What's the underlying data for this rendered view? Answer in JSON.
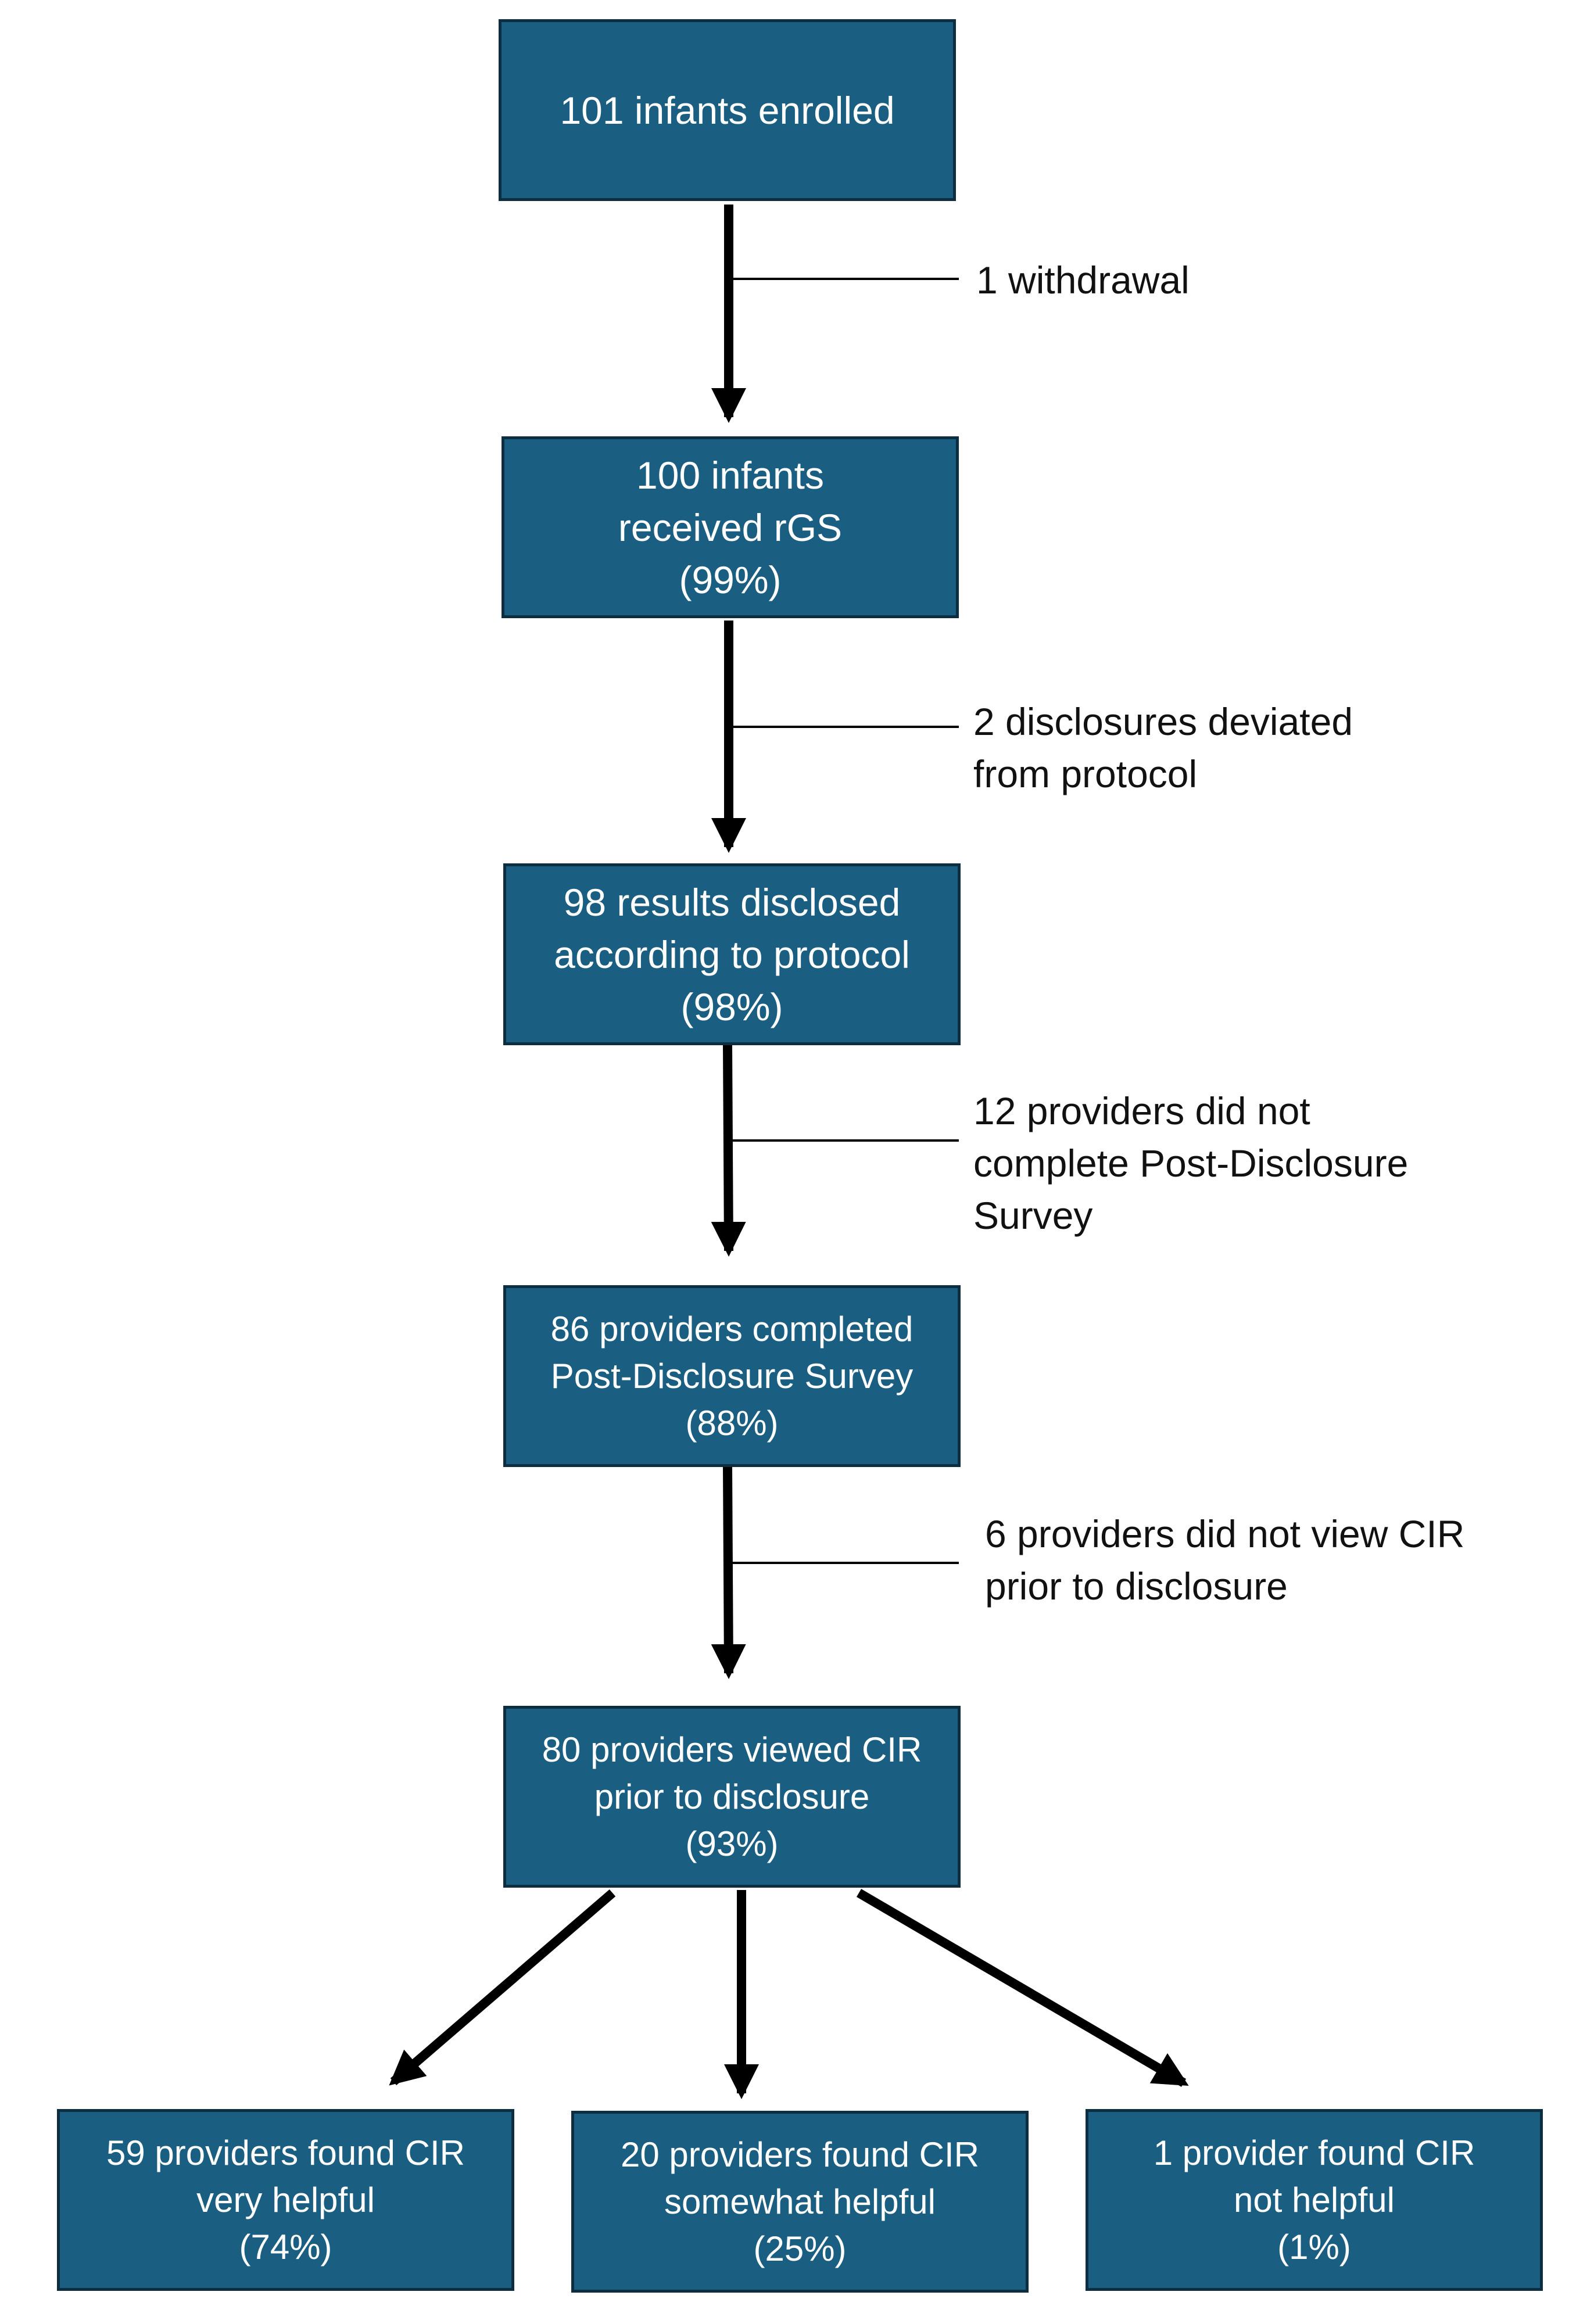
{
  "boxes": {
    "enrolled": {
      "lines": [
        "101 infants enrolled"
      ]
    },
    "received": {
      "lines": [
        "100 infants",
        "received rGS",
        "(99%)"
      ]
    },
    "disclosed": {
      "lines": [
        "98 results disclosed",
        "according to protocol",
        "(98%)"
      ]
    },
    "survey": {
      "lines": [
        "86 providers completed",
        "Post-Disclosure Survey",
        "(88%)"
      ]
    },
    "viewed": {
      "lines": [
        "80 providers viewed CIR",
        "prior to disclosure",
        "(93%)"
      ]
    },
    "very_helpful": {
      "lines": [
        "59 providers found CIR",
        "very helpful",
        "(74%)"
      ]
    },
    "somewhat_helpful": {
      "lines": [
        "20 providers found CIR",
        "somewhat helpful",
        "(25%)"
      ]
    },
    "not_helpful": {
      "lines": [
        "1 provider found CIR",
        "not helpful",
        "(1%)"
      ]
    }
  },
  "exclusions": {
    "withdrawal": {
      "lines": [
        "1 withdrawal"
      ]
    },
    "deviated": {
      "lines": [
        "2 disclosures deviated",
        "from protocol"
      ]
    },
    "no_survey": {
      "lines": [
        "12 providers did not",
        "complete Post-Disclosure",
        "Survey"
      ]
    },
    "no_view": {
      "lines": [
        "6 providers did not view CIR",
        "prior to disclosure"
      ]
    }
  },
  "colors": {
    "box_fill": "#1a5e81",
    "box_border": "#0d2e40",
    "box_text": "#ffffff",
    "arrow": "#000000",
    "note_text": "#111111"
  }
}
